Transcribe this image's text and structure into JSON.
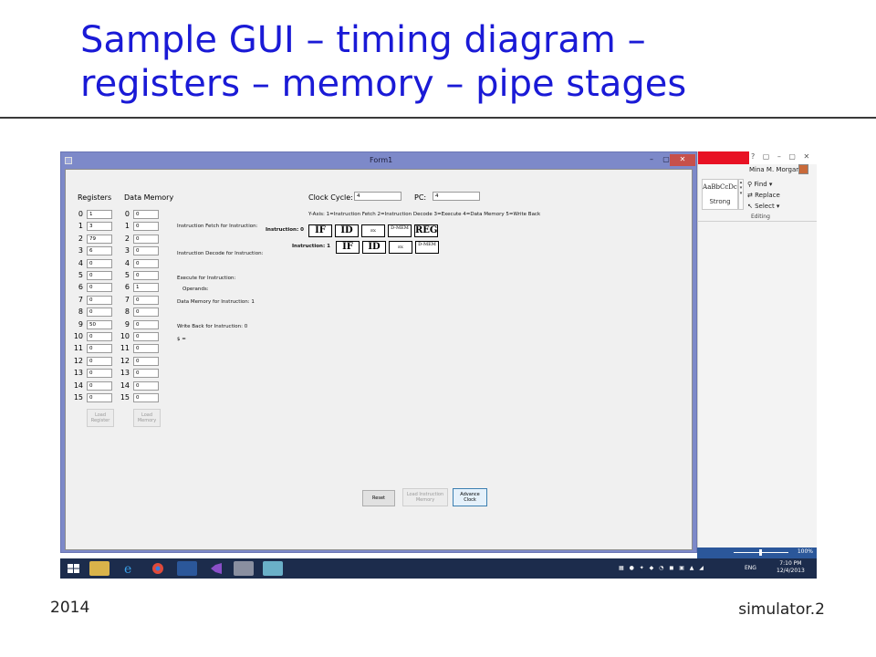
{
  "slide": {
    "title_line1": "Sample GUI – timing diagram –",
    "title_line2": "registers – memory – pipe stages",
    "footer_left": "2014",
    "footer_right": "simulator.2"
  },
  "form": {
    "title": "Form1",
    "registers_header": "Registers",
    "memory_header": "Data Memory",
    "registers": [
      "1",
      "3",
      "79",
      "6",
      "0",
      "0",
      "0",
      "0",
      "0",
      "50",
      "0",
      "0",
      "0",
      "0",
      "0",
      "0"
    ],
    "memory": [
      "0",
      "0",
      "0",
      "0",
      "0",
      "0",
      "1",
      "0",
      "0",
      "0",
      "0",
      "0",
      "0",
      "0",
      "0",
      "0"
    ],
    "row_numbers": [
      "0",
      "1",
      "2",
      "3",
      "4",
      "5",
      "6",
      "7",
      "8",
      "9",
      "10",
      "11",
      "12",
      "13",
      "14",
      "15"
    ],
    "load_register_label": "Load Register",
    "load_memory_label": "Load Memory",
    "clock_cycle_label": "Clock Cycle:",
    "clock_cycle_value": "4",
    "pc_label": "PC:",
    "pc_value": "4",
    "y_axis_note": "Y-Axis: 1=Instruction Fetch 2=Instruction Decode 3=Execute 4=Data Memory 5=Write Back",
    "fetch_label": "Instruction Fetch for Instruction:",
    "decode_label": "Instruction Decode for Instruction:",
    "execute_label": "Execute for Instruction:",
    "operands_label": "Operands:",
    "data_memory_label": "Data Memory for Instruction: 1",
    "write_back_label": "Write Back for Instruction: 0",
    "write_back_expr": "$       =",
    "instruction0_label": "Instruction: 0",
    "instruction1_label": "Instruction: 1",
    "stages_row0": [
      "IF",
      "ID",
      "EX",
      "D-MEM",
      "REG"
    ],
    "stages_row1": [
      "IF",
      "ID",
      "EX",
      "D-MEM"
    ],
    "reset_label": "Reset",
    "load_instruction_label": "Load Instruction Memory",
    "advance_clock_label": "Advance Clock"
  },
  "word": {
    "user": "Mina M. Morgan",
    "style_sample": "AaBbCcDc",
    "style_name": "Strong",
    "find": "Find",
    "replace": "Replace",
    "select": "Select",
    "group_label": "Editing",
    "zoom": "100%"
  },
  "taskbar": {
    "lang": "ENG",
    "time": "7:10 PM",
    "date": "12/4/2013"
  },
  "colors": {
    "title_blue": "#1a1ad6",
    "form_frame": "#7d89c9",
    "taskbar": "#1c2c4c",
    "word_red": "#e81123"
  }
}
